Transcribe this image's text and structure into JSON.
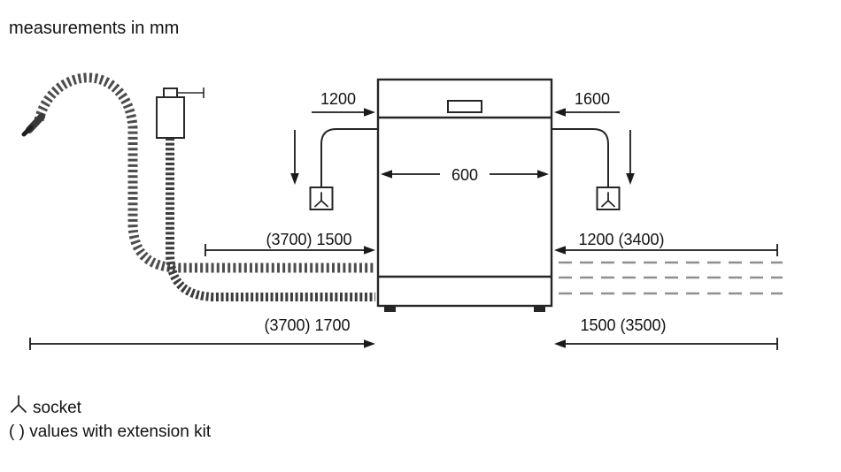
{
  "title": "measurements in mm",
  "dimensions": {
    "cable_left": "1200",
    "cable_right": "1600",
    "appliance_width": "600",
    "hose_mid_left": "(3700) 1500",
    "cable_mid_right": "1200 (3400)",
    "hose_bottom_left": "(3700) 1700",
    "cable_bottom_right": "1500 (3500)"
  },
  "legend": {
    "socket_label": "socket",
    "extension_note": "( ) values with extension kit"
  },
  "icons": {
    "socket_symbol": "inverted-y-plug-symbol"
  },
  "colors": {
    "background": "#ffffff",
    "line": "#1a1a1a",
    "hose": "#4d4d4d",
    "extension_dash": "#8f8f8f"
  }
}
